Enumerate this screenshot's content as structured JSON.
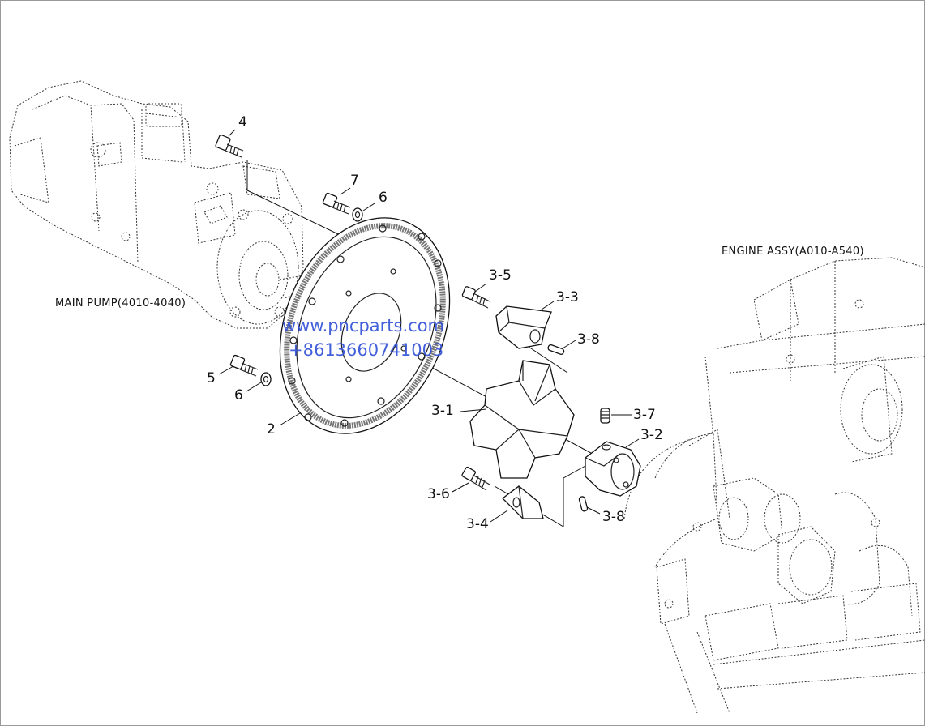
{
  "assemblies": {
    "main_pump": "MAIN PUMP(4010-4040)",
    "engine": "ENGINE ASSY(A010-A540)"
  },
  "callouts": {
    "c2": "2",
    "c3_1": "3-1",
    "c3_2": "3-2",
    "c3_3": "3-3",
    "c3_4": "3-4",
    "c3_5": "3-5",
    "c3_6": "3-6",
    "c3_7": "3-7",
    "c3_8_top": "3-8",
    "c3_8_bottom": "3-8",
    "c4": "4",
    "c5": "5",
    "c6_top": "6",
    "c6_left": "6",
    "c7": "7"
  },
  "watermark": {
    "url": "www.pncparts.com",
    "phone": "+8613660741003"
  },
  "colors": {
    "line": "#111111",
    "watermark": "#2f4fd6"
  }
}
